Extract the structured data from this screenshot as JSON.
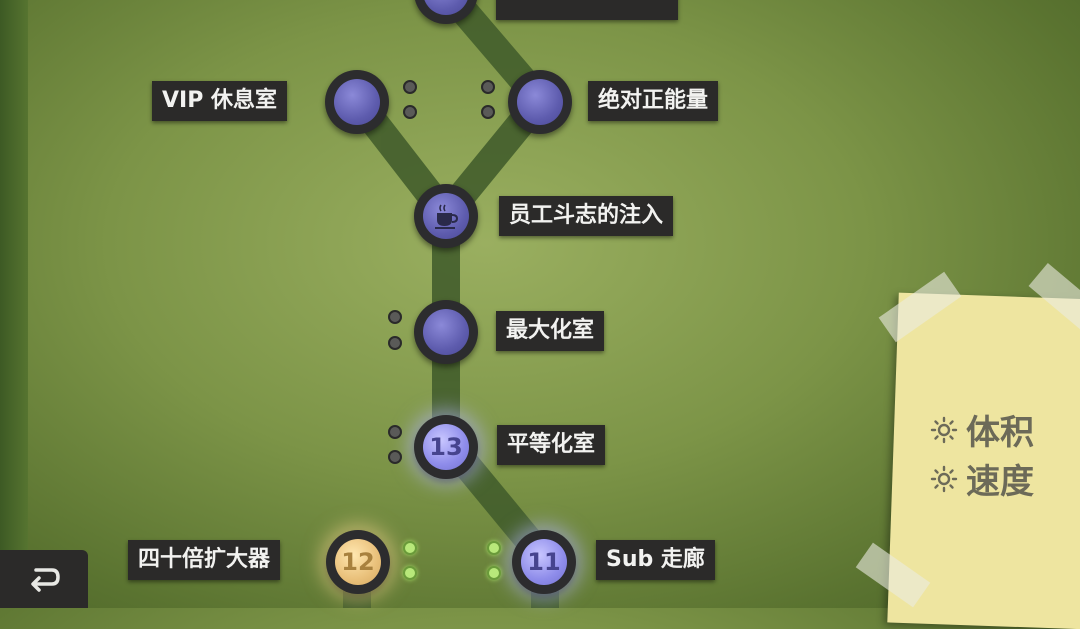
{
  "tree": {
    "nodes": {
      "top": {
        "value": ""
      },
      "vip_lounge": {
        "label": "VIP 休息室"
      },
      "positive_energy": {
        "label": "绝对正能量"
      },
      "staff_morale": {
        "label": "员工斗志的注入",
        "icon": "coffee-cup-icon"
      },
      "maximize_room": {
        "label": "最大化室"
      },
      "equalize_room": {
        "label": "平等化室",
        "value": "13"
      },
      "enlarger_40x": {
        "label": "四十倍扩大器",
        "value": "12"
      },
      "sub_corridor": {
        "label": "Sub 走廊",
        "value": "11"
      }
    }
  },
  "stats_note": {
    "items": [
      {
        "label": "体积",
        "icon": "sun-icon"
      },
      {
        "label": "速度",
        "icon": "sun-icon"
      }
    ]
  },
  "back_button": {
    "icon": "back-arrow-icon"
  },
  "colors": {
    "board_green": "#7c9447",
    "node_purple": "#5e5cae",
    "node_gold": "#e9c07a",
    "label_bg": "#2b2a29",
    "sticky_note": "#eee5a0"
  }
}
